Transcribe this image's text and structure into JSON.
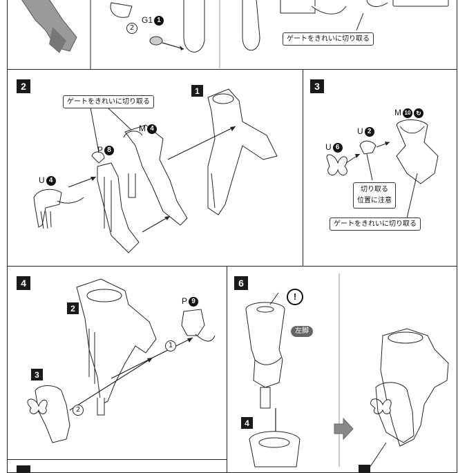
{
  "callout_gate": "ゲートをきれいに切り取る",
  "callout_cut_pos_line1": "切り取る",
  "callout_cut_pos_line2": "位置に注意",
  "pill_left_leg": "左脚",
  "excl_mark": "!",
  "steps": {
    "s1": "1",
    "s2": "2",
    "s3": "3",
    "s4": "4",
    "s6": "6"
  },
  "parts": {
    "g1_code": "G1",
    "g1_num": "1",
    "m4_code": "M",
    "m4_num": "4",
    "p8_code": "P",
    "p8_num": "8",
    "u4_code": "U",
    "u4_num": "4",
    "u2_code": "U",
    "u2_num": "2",
    "u6_code": "U",
    "u6_num": "6",
    "m10_code": "M",
    "m10_num": "10",
    "p9_code": "P",
    "p9_num": "9"
  },
  "order": {
    "o1": "1",
    "o2": "2"
  },
  "colors": {
    "line": "#222222",
    "step_bg": "#1a1a1a",
    "pill_bg": "#666666",
    "arrow_grey": "#888888"
  }
}
